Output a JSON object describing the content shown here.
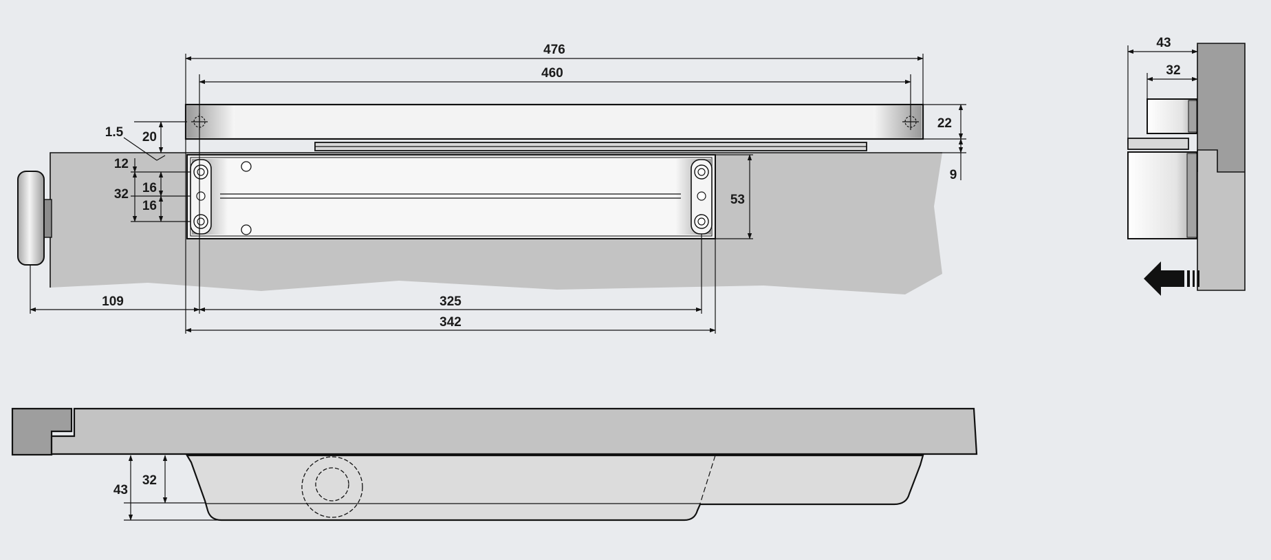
{
  "colors": {
    "background": "#e9ebee",
    "door_fill": "#c3c3c3",
    "frame_fill": "#9e9e9e",
    "closer_fill": "#dadada",
    "outline": "#111111"
  },
  "dimensions": {
    "d476": "476",
    "d460": "460",
    "d1_5": "1.5",
    "d20": "20",
    "d22": "22",
    "d12": "12",
    "d32_left": "32",
    "d16_upper": "16",
    "d16_lower": "16",
    "d53": "53",
    "d9": "9",
    "d109": "109",
    "d325": "325",
    "d342": "342",
    "d43_side": "43",
    "d32_side": "32",
    "d43_bottom": "43",
    "d32_bottom": "32"
  },
  "icons": {
    "direction_arrow": "arrow-left-icon"
  }
}
